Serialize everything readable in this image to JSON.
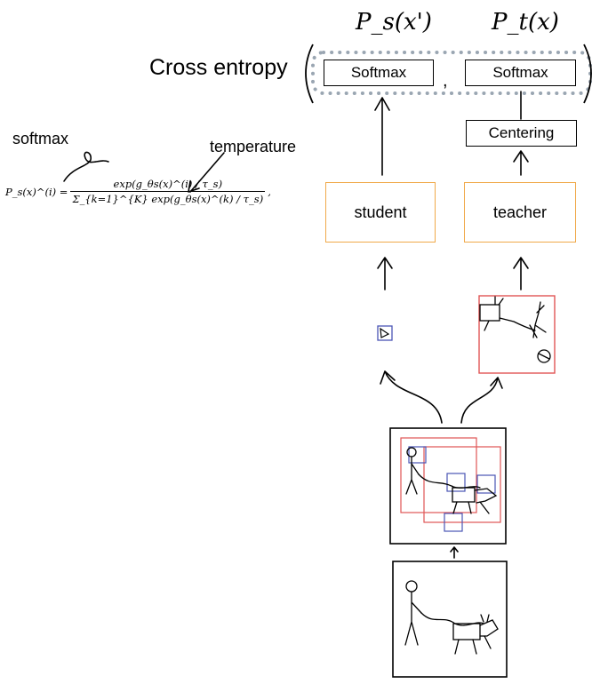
{
  "header": {
    "loss_title": "Cross entropy",
    "ps_label": "P_s(x')",
    "pt_label": "P_t(x)"
  },
  "heads": {
    "student_softmax": "Softmax",
    "teacher_softmax": "Softmax",
    "separator": ",",
    "centering": "Centering"
  },
  "networks": {
    "student": "student",
    "teacher": "teacher"
  },
  "annotations": {
    "softmax_note": "softmax",
    "temperature_note": "temperature"
  },
  "formula": {
    "lhs": "P_s(x)^(i) =",
    "numerator": "exp(g_θs(x)^(i) / τ_s)",
    "denominator": "Σ_{k=1}^{K} exp(g_θs(x)^(k) / τ_s)",
    "trailing": ","
  },
  "colors": {
    "network_border": "#f0a94a",
    "dotted_group": "#9aa6b2",
    "global_crop": "#e05555",
    "local_crop": "#4a55b5"
  }
}
